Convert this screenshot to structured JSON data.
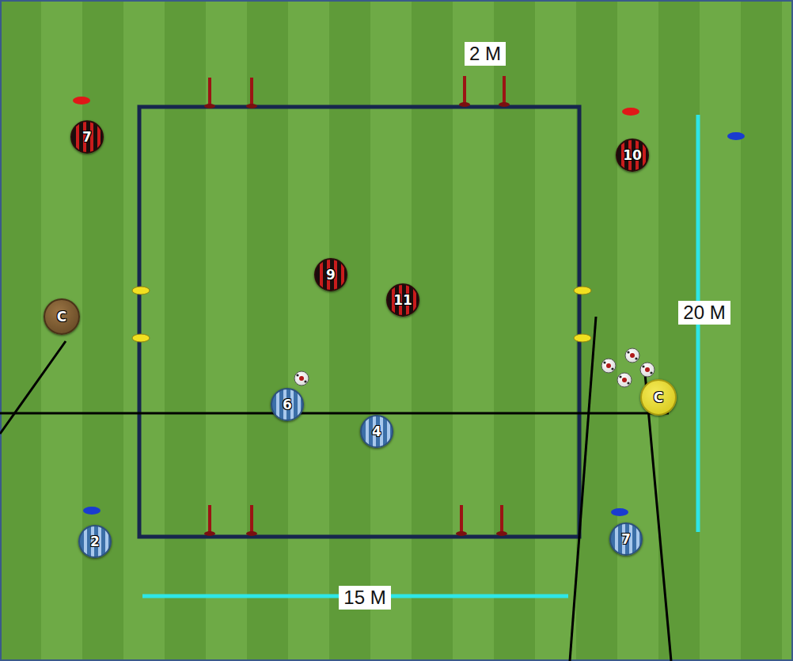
{
  "diagram": {
    "nodes": [
      {
        "text": [
          "7"
        ]
      },
      {
        "text": [
          "10"
        ]
      },
      {
        "text": [
          "9"
        ]
      },
      {
        "text": [
          "11"
        ]
      },
      {
        "text": [
          "C"
        ]
      },
      {
        "text": [
          "C"
        ]
      },
      {
        "text": [
          "6"
        ]
      },
      {
        "text": [
          "4"
        ]
      },
      {
        "text": [
          "2"
        ]
      },
      {
        "text": [
          "7"
        ]
      }
    ],
    "labels": [
      "2 M",
      "20 M",
      "15 M"
    ]
  }
}
